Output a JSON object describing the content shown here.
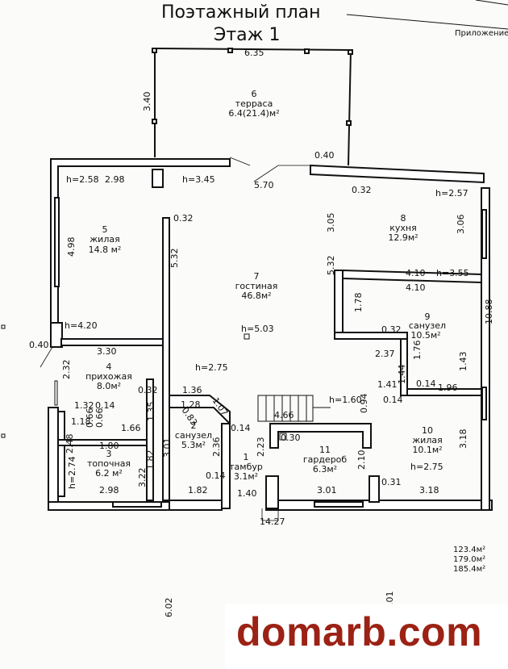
{
  "title": {
    "line1": "Поэтажный план",
    "line2": "Этаж 1"
  },
  "corner_label": "Приложение",
  "rooms": [
    {
      "num": "1",
      "name": "тамбур",
      "area": "3.1м²"
    },
    {
      "num": "2",
      "name": "санузел",
      "area": "5.3м²"
    },
    {
      "num": "3",
      "name": "топочная",
      "area": "6.2 м²"
    },
    {
      "num": "4",
      "name": "прихожая",
      "area": "8.0м²"
    },
    {
      "num": "5",
      "name": "жилая",
      "area": "14.8 м²"
    },
    {
      "num": "6",
      "name": "терраса",
      "area": "6.4(21.4)м²"
    },
    {
      "num": "7",
      "name": "гостиная",
      "area": "46.8м²"
    },
    {
      "num": "8",
      "name": "кухня",
      "area": "12.9м²"
    },
    {
      "num": "9",
      "name": "санузел",
      "area": "10.5м²"
    },
    {
      "num": "10",
      "name": "жилая",
      "area": "10.1м²"
    },
    {
      "num": "11",
      "name": "гардероб",
      "area": "6.3м²"
    }
  ],
  "dims": {
    "d635": "6.35",
    "d340": "3.40",
    "d040a": "0.40",
    "d570": "5.70",
    "d032a": "0.32",
    "h257": "h=2.57",
    "h258": "h=2.58",
    "d298a": "2.98",
    "h345": "h=3.45",
    "d498": "4.98",
    "d032b": "0.32",
    "d532a": "5.32",
    "d305": "3.05",
    "d306": "3.06",
    "d532b": "5.32",
    "d410a": "4.10",
    "h355": "h=3.55",
    "d410b": "4.10",
    "d178": "1.78",
    "d032c": "0.32",
    "h503": "h=5.03",
    "d1088": "10.88",
    "h420": "h=4.20",
    "d040b": "0.40",
    "d330": "3.30",
    "d237": "2.37",
    "d176": "1.76",
    "d143": "1.43",
    "d232": "2.32",
    "h275a": "h=2.75",
    "d141": "1.41",
    "d144": "1.44",
    "d014a": "0.14",
    "d196": "1.96",
    "d136": "1.36",
    "d032d": "0.32",
    "h160": "h=1.60",
    "d094": "0.94",
    "d014b": "0.14",
    "d132": "1.32",
    "d014c": "0.14",
    "d128": "1.28",
    "d107": "1.07",
    "d135": "1.35",
    "d118": "1.18",
    "d066a": "0.66",
    "d066b": "0.66",
    "d166": "1.66",
    "d083": "0.83",
    "d466": "4.66",
    "d014d": "0.14",
    "d030": "0.30",
    "d248": "2.48",
    "d180": "1.80",
    "d301a": "3.01",
    "d236": "2.36",
    "d223": "2.23",
    "d210": "2.10",
    "d318a": "3.18",
    "h274": "h=2.74",
    "d322": "3.22",
    "d182a": "1.82",
    "h275b": "h=2.75",
    "d014e": "0.14",
    "d031": "0.31",
    "d298b": "2.98",
    "d182b": "1.82",
    "d140": "1.40",
    "d301b": "3.01",
    "d318b": "3.18",
    "d1427": "14.27",
    "d602": "6.02",
    "d01": ".01"
  },
  "totals": [
    "123.4м²",
    "179.0м²",
    "185.4м²"
  ],
  "watermark": "domarb.com",
  "watermark_color": "#9b2214"
}
